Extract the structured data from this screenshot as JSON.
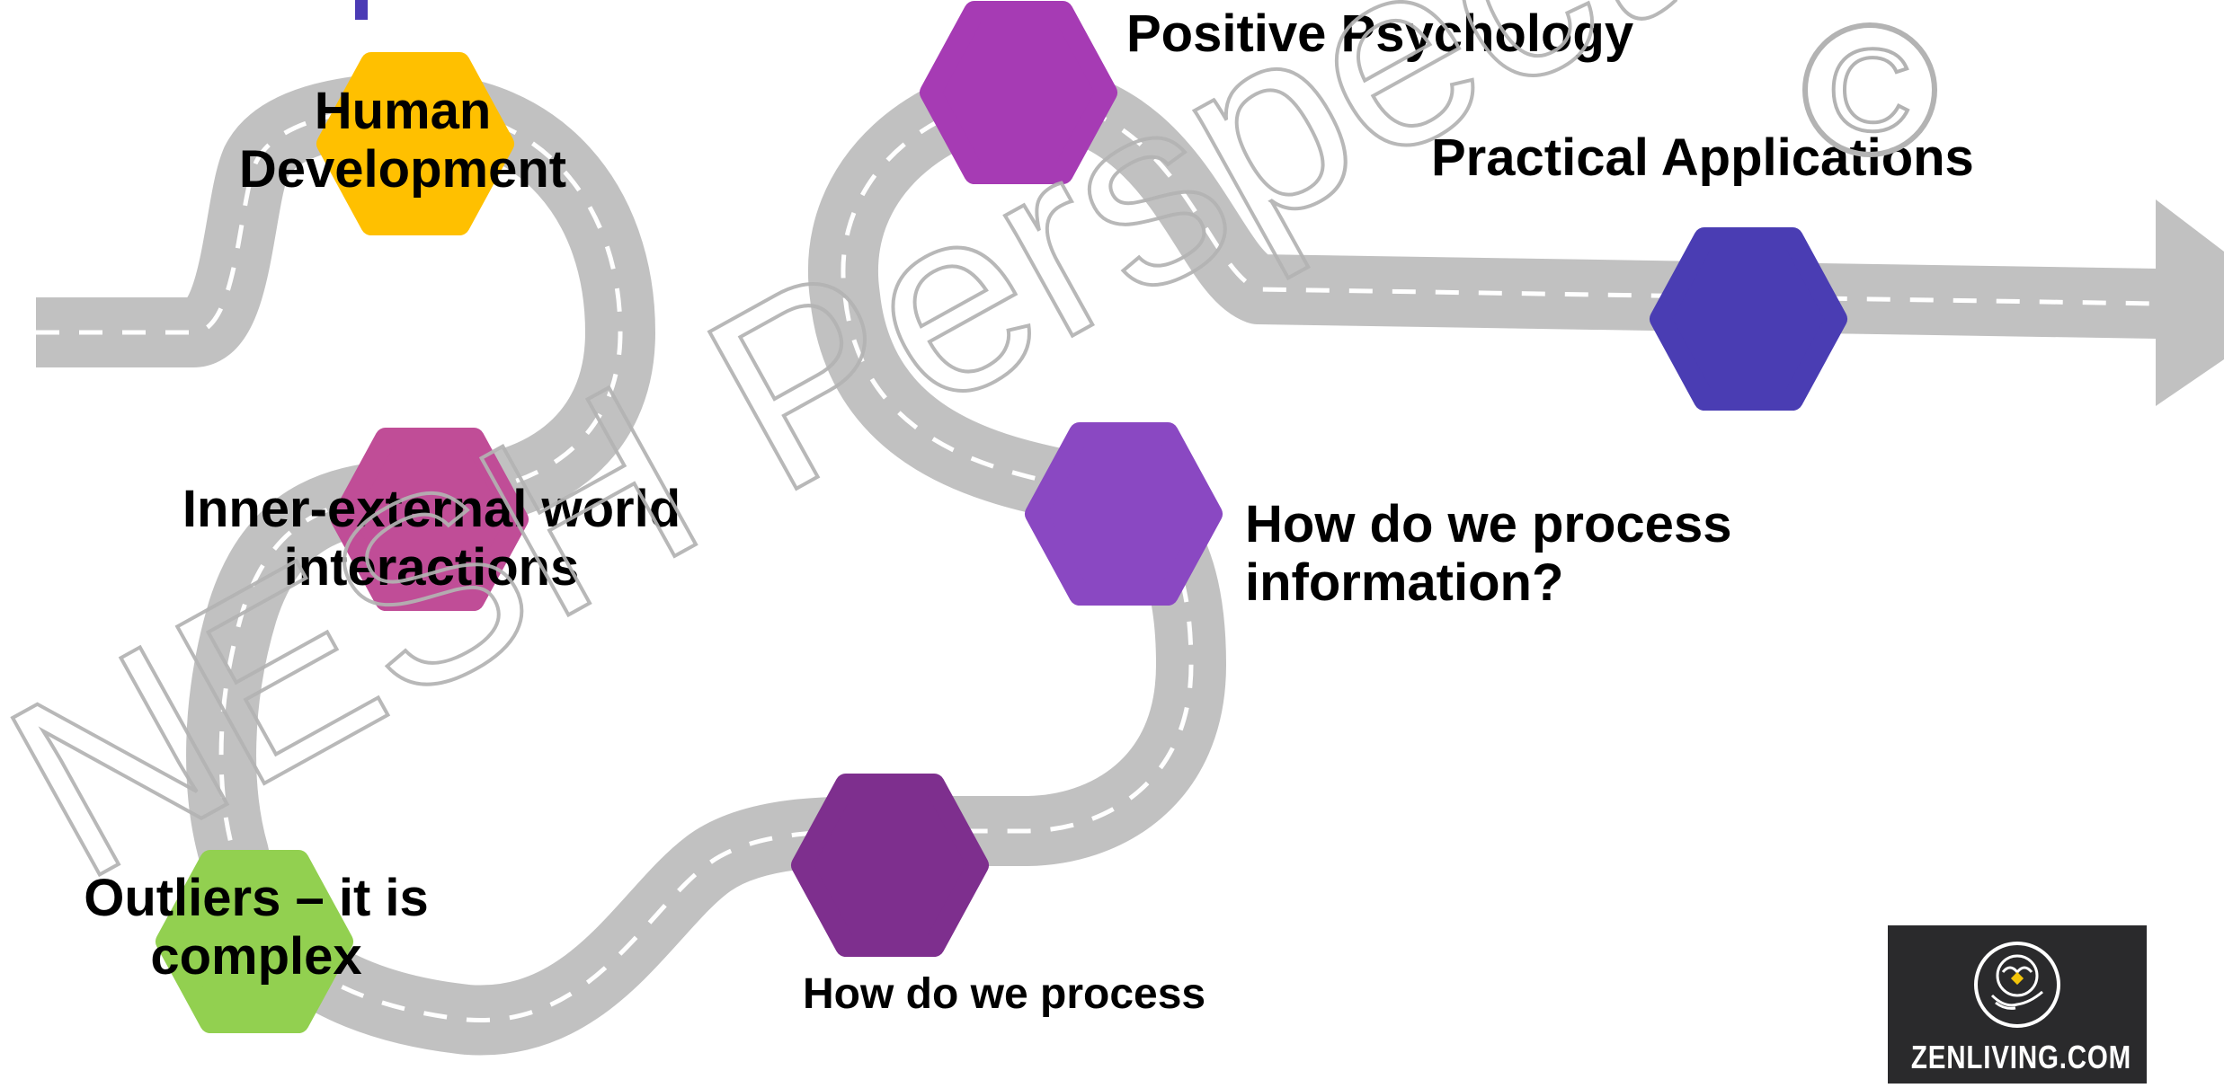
{
  "milestones": {
    "human_development": {
      "label": "Human Development",
      "color": "#ffc000"
    },
    "inner_external": {
      "label": "Inner-external world interactions",
      "color": "#c04d97"
    },
    "outliers": {
      "label": "Outliers – it is complex",
      "color": "#92d050"
    },
    "process_bottom": {
      "label": "How do we process",
      "color": "#7e2f8e"
    },
    "process_information": {
      "label": "How do we process information?",
      "color": "#8a48c2"
    },
    "positive_psychology": {
      "label": "Positive Psychology",
      "color": "#a63bb4"
    },
    "practical_applications": {
      "label": "Practical Applications",
      "color": "#4a3db3"
    }
  },
  "road": {
    "color": "#c1c1c1",
    "lane_marking_color": "#ffffff",
    "arrow_icon": "arrow-right-icon"
  },
  "watermark": {
    "text": "NESH Perspective",
    "symbol": "©",
    "color": "#b3b3b3"
  },
  "brand": {
    "name": "ZENLIVING.COM",
    "icon": "lotus-head-hand-icon",
    "tile_color": "#2a2a2c"
  },
  "top_accent": {
    "color": "#4b3bb5"
  }
}
